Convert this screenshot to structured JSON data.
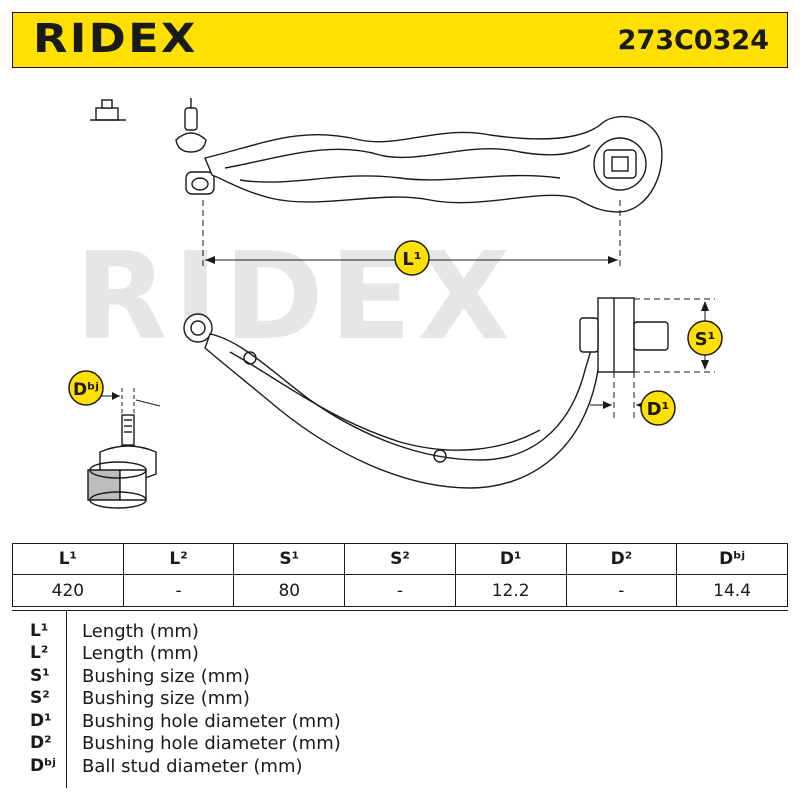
{
  "header": {
    "brand": "RIDEX",
    "part_number": "273C0324"
  },
  "watermark": "RIDEX",
  "dimensions": {
    "L1": "L¹",
    "S1": "S¹",
    "D1": "D¹",
    "Dbj": "Dᵇʲ"
  },
  "spec_table": {
    "headers": [
      "L¹",
      "L²",
      "S¹",
      "S²",
      "D¹",
      "D²",
      "Dᵇʲ"
    ],
    "values": [
      "420",
      "-",
      "80",
      "-",
      "12.2",
      "-",
      "14.4"
    ]
  },
  "legend": [
    {
      "code": "L¹",
      "description": "Length (mm)"
    },
    {
      "code": "L²",
      "description": "Length (mm)"
    },
    {
      "code": "S¹",
      "description": "Bushing size (mm)"
    },
    {
      "code": "S²",
      "description": "Bushing size (mm)"
    },
    {
      "code": "D¹",
      "description": "Bushing hole diameter (mm)"
    },
    {
      "code": "D²",
      "description": "Bushing hole diameter (mm)"
    },
    {
      "code": "Dᵇʲ",
      "description": "Ball stud diameter (mm)"
    }
  ],
  "colors": {
    "brand_yellow": "#ffe000",
    "ink": "#1a1a1a",
    "watermark": "#e6e6e6"
  }
}
